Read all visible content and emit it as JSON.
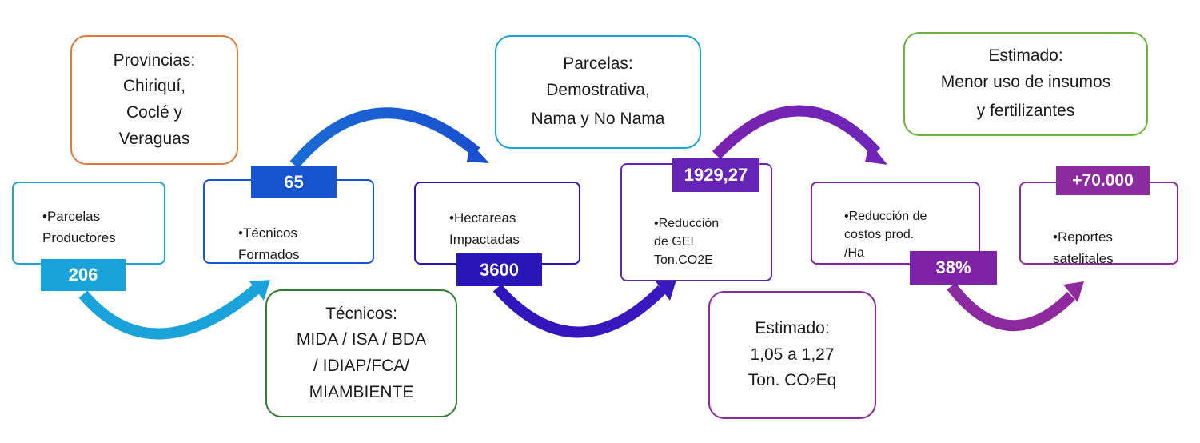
{
  "colors": {
    "cyan": "#1AA3DA",
    "blue": "#1755D0",
    "indigo": "#2A15B8",
    "violet": "#6524B6",
    "purple": "#7E22A8",
    "magenta": "#8C2A9F",
    "orange": "#E07A3C",
    "green": "#2E7D2E",
    "lightgreen": "#6BB33C"
  },
  "steps": [
    {
      "lines": [
        "•Parcelas",
        "Productores"
      ],
      "badge": "206"
    },
    {
      "lines": [
        "•Técnicos",
        "Formados"
      ],
      "badge": "65"
    },
    {
      "lines": [
        "•Hectareas",
        "Impactadas"
      ],
      "badge": "3600"
    },
    {
      "lines": [
        "•Reducción",
        "de GEI",
        "Ton.CO2E"
      ],
      "badge": "1929,27"
    },
    {
      "lines": [
        "•Reducción de",
        "costos prod.",
        "/Ha"
      ],
      "badge": "38%"
    },
    {
      "lines": [
        "•Reportes",
        "satelitales"
      ],
      "badge": "+70.000"
    }
  ],
  "notes": {
    "provincias": [
      "Provincias:",
      "Chiriquí,",
      "Coclé y",
      "Veraguas"
    ],
    "tecnicos": [
      "Técnicos:",
      "MIDA / ISA / BDA",
      "/ IDIAP/FCA/",
      "MIAMBIENTE"
    ],
    "parcelas": [
      "Parcelas:",
      "Demostrativa,",
      "Nama y No Nama"
    ],
    "estimado_gei": {
      "line1": "Estimado:",
      "line2": "1,05 a 1,27",
      "line3_prefix": "Ton. CO",
      "line3_sub": "2",
      "line3_suffix": "Eq"
    },
    "estimado_insumos": [
      "Estimado:",
      "Menor uso de insumos",
      "y fertilizantes"
    ]
  }
}
